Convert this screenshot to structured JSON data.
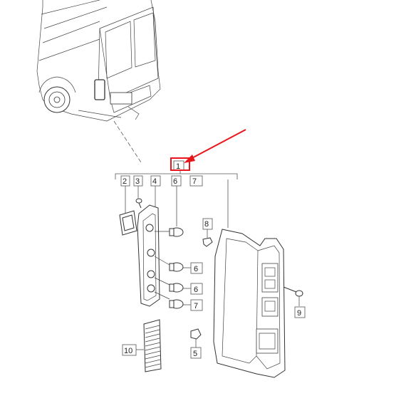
{
  "diagram": {
    "callouts": [
      {
        "id": "c1",
        "text": "1"
      },
      {
        "id": "c2",
        "text": "2"
      },
      {
        "id": "c3",
        "text": "3"
      },
      {
        "id": "c4",
        "text": "4"
      },
      {
        "id": "c6a",
        "text": "6"
      },
      {
        "id": "c7a",
        "text": "7"
      },
      {
        "id": "c8",
        "text": "8"
      },
      {
        "id": "c6b",
        "text": "6"
      },
      {
        "id": "c6c",
        "text": "6"
      },
      {
        "id": "c7b",
        "text": "7"
      },
      {
        "id": "c9",
        "text": "9"
      },
      {
        "id": "c10",
        "text": "10"
      },
      {
        "id": "c5",
        "text": "5"
      }
    ],
    "highlight_color": "#e8161b",
    "line_color": "#555555"
  }
}
